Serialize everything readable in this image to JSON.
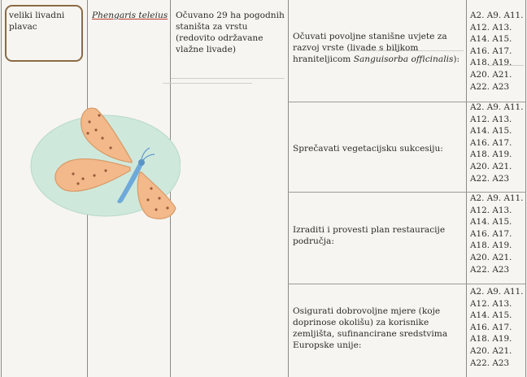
{
  "species": {
    "common_name": "veliki livadni plavac",
    "latin_name": "Phengaris teleius",
    "conservation_goal": "Očuvano 29 ha pogodnih staništa za vrstu (redovito održavane vlažne livade)"
  },
  "measures": [
    {
      "text_before": "Očuvati povoljne stanišne uvjete za razvoj vrste (livade s biljkom hraniteljicom ",
      "text_italic": "Sanguisorba officinalis",
      "text_after": "):",
      "codes": [
        "A2. A9. A11.",
        "A12. A13.",
        "A14. A15.",
        "A16. A17.",
        "A18. A19.",
        "A20. A21.",
        "A22. A23"
      ]
    },
    {
      "text": "Sprečavati vegetacijsku sukcesiju:",
      "codes": [
        "A2. A9. A11.",
        "A12. A13.",
        "A14. A15.",
        "A16. A17.",
        "A18. A19.",
        "A20. A21.",
        "A22. A23"
      ]
    },
    {
      "text": "Izraditi i provesti plan restauracije područja:",
      "codes": [
        "A2. A9. A11.",
        "A12. A13.",
        "A14. A15.",
        "A16. A17.",
        "A18. A19.",
        "A20. A21.",
        "A22. A23"
      ]
    },
    {
      "text": "Osigurati dobrovoljne mjere (koje doprinose okolišu) za korisnike zemljišta, sufinancirane sredstvima Europske unije:",
      "codes": [
        "A2. A9. A11.",
        "A12. A13.",
        "A14. A15.",
        "A16. A17.",
        "A18. A19.",
        "A20. A21.",
        "A22. A23"
      ]
    }
  ],
  "colors": {
    "border": "#8b6b45",
    "wing_fill": "#f3b98a",
    "wing_edge": "#d89a66",
    "body_blue": "#6fa9d9",
    "oval_fill": "#cfe8dc"
  },
  "illustration": {
    "icon": "butterfly-icon"
  }
}
